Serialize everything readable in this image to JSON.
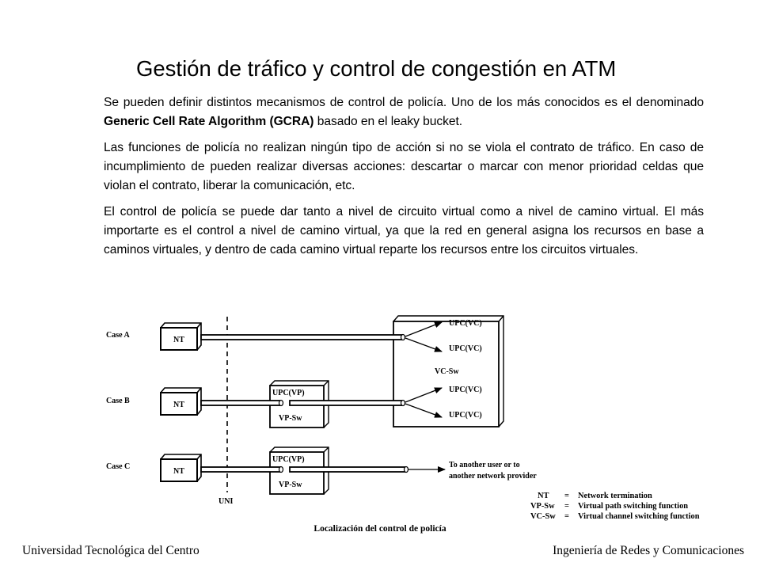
{
  "title": "Gestión de tráfico y control de congestión en ATM",
  "paragraphs": {
    "p1_a": "Se pueden definir distintos mecanismos de control de policía. Uno de los más conocidos es el denominado ",
    "p1_b": "Generic Cell Rate Algorithm (GCRA)",
    "p1_c": " basado en el leaky bucket.",
    "p2": "Las funciones de policía no realizan ningún tipo de acción si no se viola el contrato de tráfico. En caso de incumplimiento de pueden realizar diversas acciones: descartar o marcar con menor prioridad celdas que violan el contrato, liberar la comunicación, etc.",
    "p3": "El control de policía se puede dar tanto a nivel de circuito virtual como a nivel de camino virtual. El más importarte es el control a nivel de camino virtual, ya que la red en general asigna los recursos en base a caminos virtuales, y dentro de cada camino virtual reparte los recursos entre los circuitos virtuales."
  },
  "diagram": {
    "case_a": "Case A",
    "case_b": "Case B",
    "case_c": "Case C",
    "nt": "NT",
    "upc_vc": "UPC(VC)",
    "upc_vp": "UPC(VP)",
    "vc_sw": "VC-Sw",
    "vp_sw": "VP-Sw",
    "uni": "UNI",
    "dest_line1": "To another user or to",
    "dest_line2": "another network provider",
    "legend": [
      {
        "abbr": "NT",
        "eq": "=",
        "desc": "Network termination"
      },
      {
        "abbr": "VP-Sw",
        "eq": "=",
        "desc": "Virtual path switching function"
      },
      {
        "abbr": "VC-Sw",
        "eq": "=",
        "desc": "Virtual channel switching function"
      }
    ]
  },
  "caption": "Localización del control de policía",
  "footer": {
    "left": "Universidad Tecnológica del Centro",
    "right": "Ingeniería de Redes y Comunicaciones"
  }
}
